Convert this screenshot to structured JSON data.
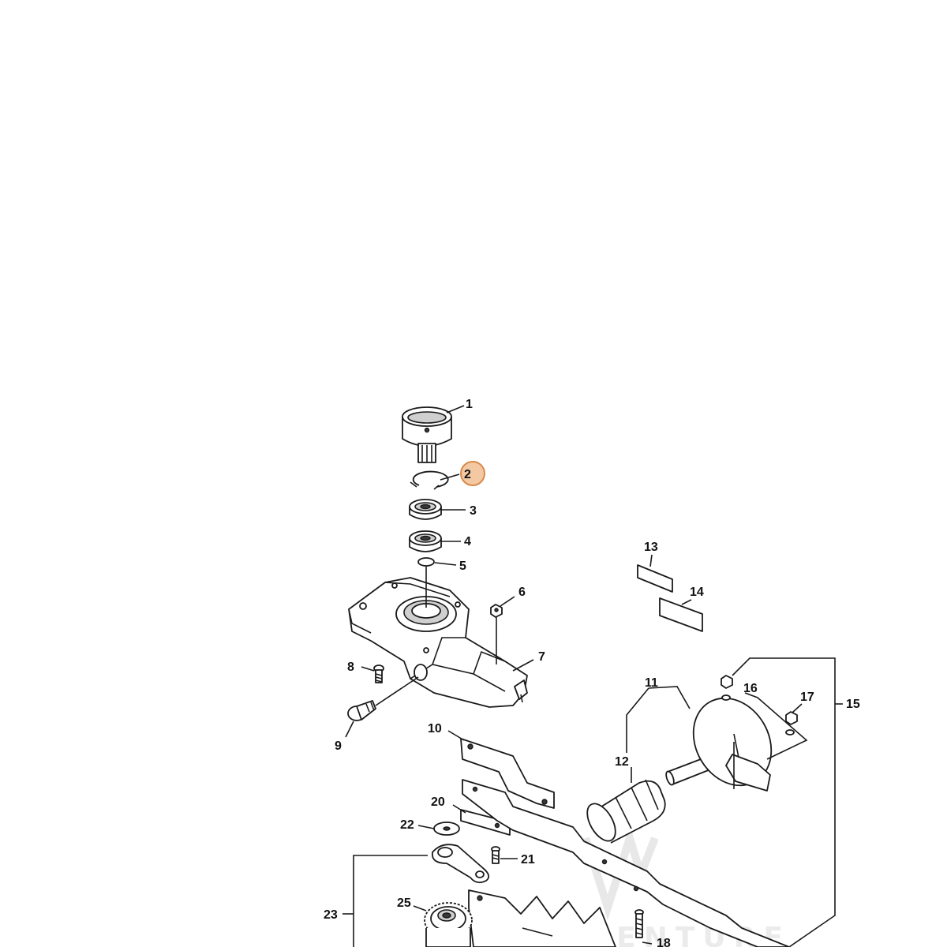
{
  "parts": [
    {
      "id": "1",
      "name": "drive cup",
      "highlighted": false
    },
    {
      "id": "2",
      "name": "retaining ring",
      "highlighted": true
    },
    {
      "id": "3",
      "name": "ball bearing",
      "highlighted": false
    },
    {
      "id": "4",
      "name": "ball bearing",
      "highlighted": false
    },
    {
      "id": "5",
      "name": "circlip",
      "highlighted": false
    },
    {
      "id": "6",
      "name": "nut",
      "highlighted": false
    },
    {
      "id": "7",
      "name": "gear housing",
      "highlighted": false
    },
    {
      "id": "8",
      "name": "screw",
      "highlighted": false
    },
    {
      "id": "9",
      "name": "plug",
      "highlighted": false
    },
    {
      "id": "10",
      "name": "guide plate",
      "highlighted": false
    },
    {
      "id": "11",
      "name": "shaft set",
      "highlighted": false
    },
    {
      "id": "12",
      "name": "sleeve",
      "highlighted": false
    },
    {
      "id": "13",
      "name": "label",
      "highlighted": false
    },
    {
      "id": "14",
      "name": "label",
      "highlighted": false
    },
    {
      "id": "15",
      "name": "blade guard",
      "highlighted": false
    },
    {
      "id": "16",
      "name": "washer",
      "highlighted": false
    },
    {
      "id": "17",
      "name": "nut",
      "highlighted": false
    },
    {
      "id": "18",
      "name": "screw",
      "highlighted": false
    },
    {
      "id": "20",
      "name": "plate",
      "highlighted": false
    },
    {
      "id": "21",
      "name": "screw",
      "highlighted": false
    },
    {
      "id": "22",
      "name": "washer",
      "highlighted": false
    },
    {
      "id": "23",
      "name": "connecting rod set",
      "highlighted": false
    },
    {
      "id": "25",
      "name": "gear wheel",
      "highlighted": false
    }
  ],
  "highlight_color": "#f2c9a3",
  "highlight_border": "#d9894a",
  "watermark": "LEADVENTURE"
}
